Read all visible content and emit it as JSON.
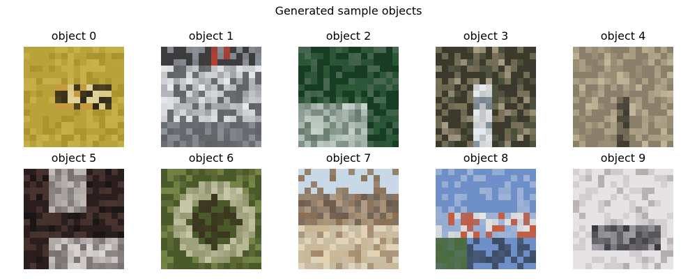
{
  "figure": {
    "title": "Generated sample objects"
  },
  "samples": [
    {
      "label": "object 0",
      "colors": [
        "#b9a23a",
        "#c8b04a",
        "#a8922c",
        "#2a2418",
        "#e3d6a0",
        "#c79a40"
      ],
      "style": "plane"
    },
    {
      "label": "object 1",
      "colors": [
        "#3d3d3d",
        "#8e939b",
        "#e9ecef",
        "#c24034",
        "#6b6e73",
        "#b9bcc1"
      ],
      "style": "car"
    },
    {
      "label": "object 2",
      "colors": [
        "#173d24",
        "#2e5a3a",
        "#7d8f82",
        "#c9d4cf",
        "#4c6a55",
        "#9aa79e"
      ],
      "style": "scene-green"
    },
    {
      "label": "object 3",
      "colors": [
        "#3b3a2c",
        "#7a735a",
        "#e9eef2",
        "#8b9aa6",
        "#4f5540",
        "#a99e86"
      ],
      "style": "scene-figure"
    },
    {
      "label": "object 4",
      "colors": [
        "#8a7f6a",
        "#6f6552",
        "#b0a589",
        "#3e3a30",
        "#9b8f77",
        "#c4b899"
      ],
      "style": "scene-brown"
    },
    {
      "label": "object 5",
      "colors": [
        "#2b1e1e",
        "#4a3530",
        "#d9d5d2",
        "#8f8a88",
        "#1a1616",
        "#c8c2be"
      ],
      "style": "scene-dark"
    },
    {
      "label": "object 6",
      "colors": [
        "#4a5a2a",
        "#7b8a4a",
        "#c9c7a8",
        "#3b3520",
        "#a7a883",
        "#5e6b38"
      ],
      "style": "scene-ring"
    },
    {
      "label": "object 7",
      "colors": [
        "#c8d8e6",
        "#8a6e52",
        "#c9b692",
        "#6c5b4a",
        "#e3d3b2",
        "#a58a6a"
      ],
      "style": "scene-house"
    },
    {
      "label": "object 8",
      "colors": [
        "#6e8fc8",
        "#9fb4d6",
        "#c85a3a",
        "#ece8e0",
        "#3a4a60",
        "#4a6a3a"
      ],
      "style": "scene-ship"
    },
    {
      "label": "object 9",
      "colors": [
        "#e6e2e4",
        "#cfcacd",
        "#3b3b40",
        "#8a8a90",
        "#b0aaa8",
        "#5a5a60"
      ],
      "style": "scene-truck"
    }
  ]
}
